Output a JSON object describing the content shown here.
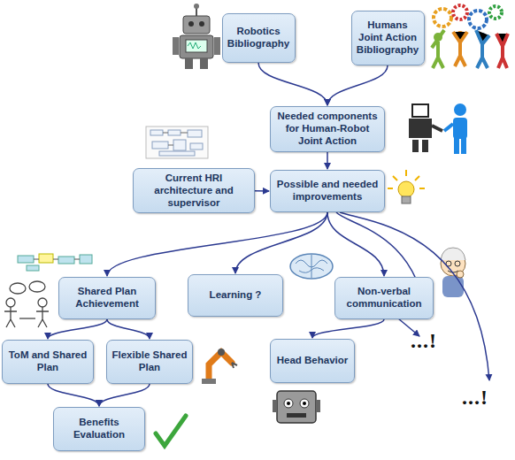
{
  "diagram": {
    "nodes": [
      {
        "text": [
          "Robotics Bibliography"
        ]
      },
      {
        "text": [
          "Humans Joint Action Bibliography"
        ]
      },
      {
        "text": [
          "Needed components for Human-Robot Joint Action"
        ]
      },
      {
        "text": [
          "Current HRI architecture and supervisor"
        ]
      },
      {
        "text": [
          "Possible and needed improvements"
        ]
      },
      {
        "text": [
          "Shared Plan Achievement"
        ]
      },
      {
        "text": [
          "Learning ?"
        ]
      },
      {
        "text": [
          "Non-verbal communication"
        ]
      },
      {
        "text": [
          "ToM and Shared Plan"
        ]
      },
      {
        "text": [
          "Flexible Shared Plan"
        ]
      },
      {
        "text": [
          "Head Behavior"
        ]
      },
      {
        "text": [
          "Benefits Evaluation"
        ]
      }
    ],
    "edges": [
      {
        "from": 0,
        "to": 2,
        "arrow": "to"
      },
      {
        "from": 1,
        "to": 2,
        "arrow": "to"
      },
      {
        "from": 2,
        "to": 4,
        "arrow": "to"
      },
      {
        "from": 3,
        "to": 4,
        "arrow": "to"
      },
      {
        "from": 4,
        "to": 5,
        "arrow": "to"
      },
      {
        "from": 4,
        "to": 6,
        "arrow": "to"
      },
      {
        "from": 4,
        "to": 7,
        "arrow": "to"
      },
      {
        "from": 5,
        "to": 8,
        "arrow": "to"
      },
      {
        "from": 5,
        "to": 9,
        "arrow": "to"
      },
      {
        "from": 7,
        "to": 10,
        "arrow": "to"
      },
      {
        "from": 8,
        "to": 11,
        "arrow": "to"
      },
      {
        "from": 9,
        "to": 11,
        "arrow": "to"
      }
    ],
    "labels": [
      "...!",
      "...!"
    ]
  }
}
